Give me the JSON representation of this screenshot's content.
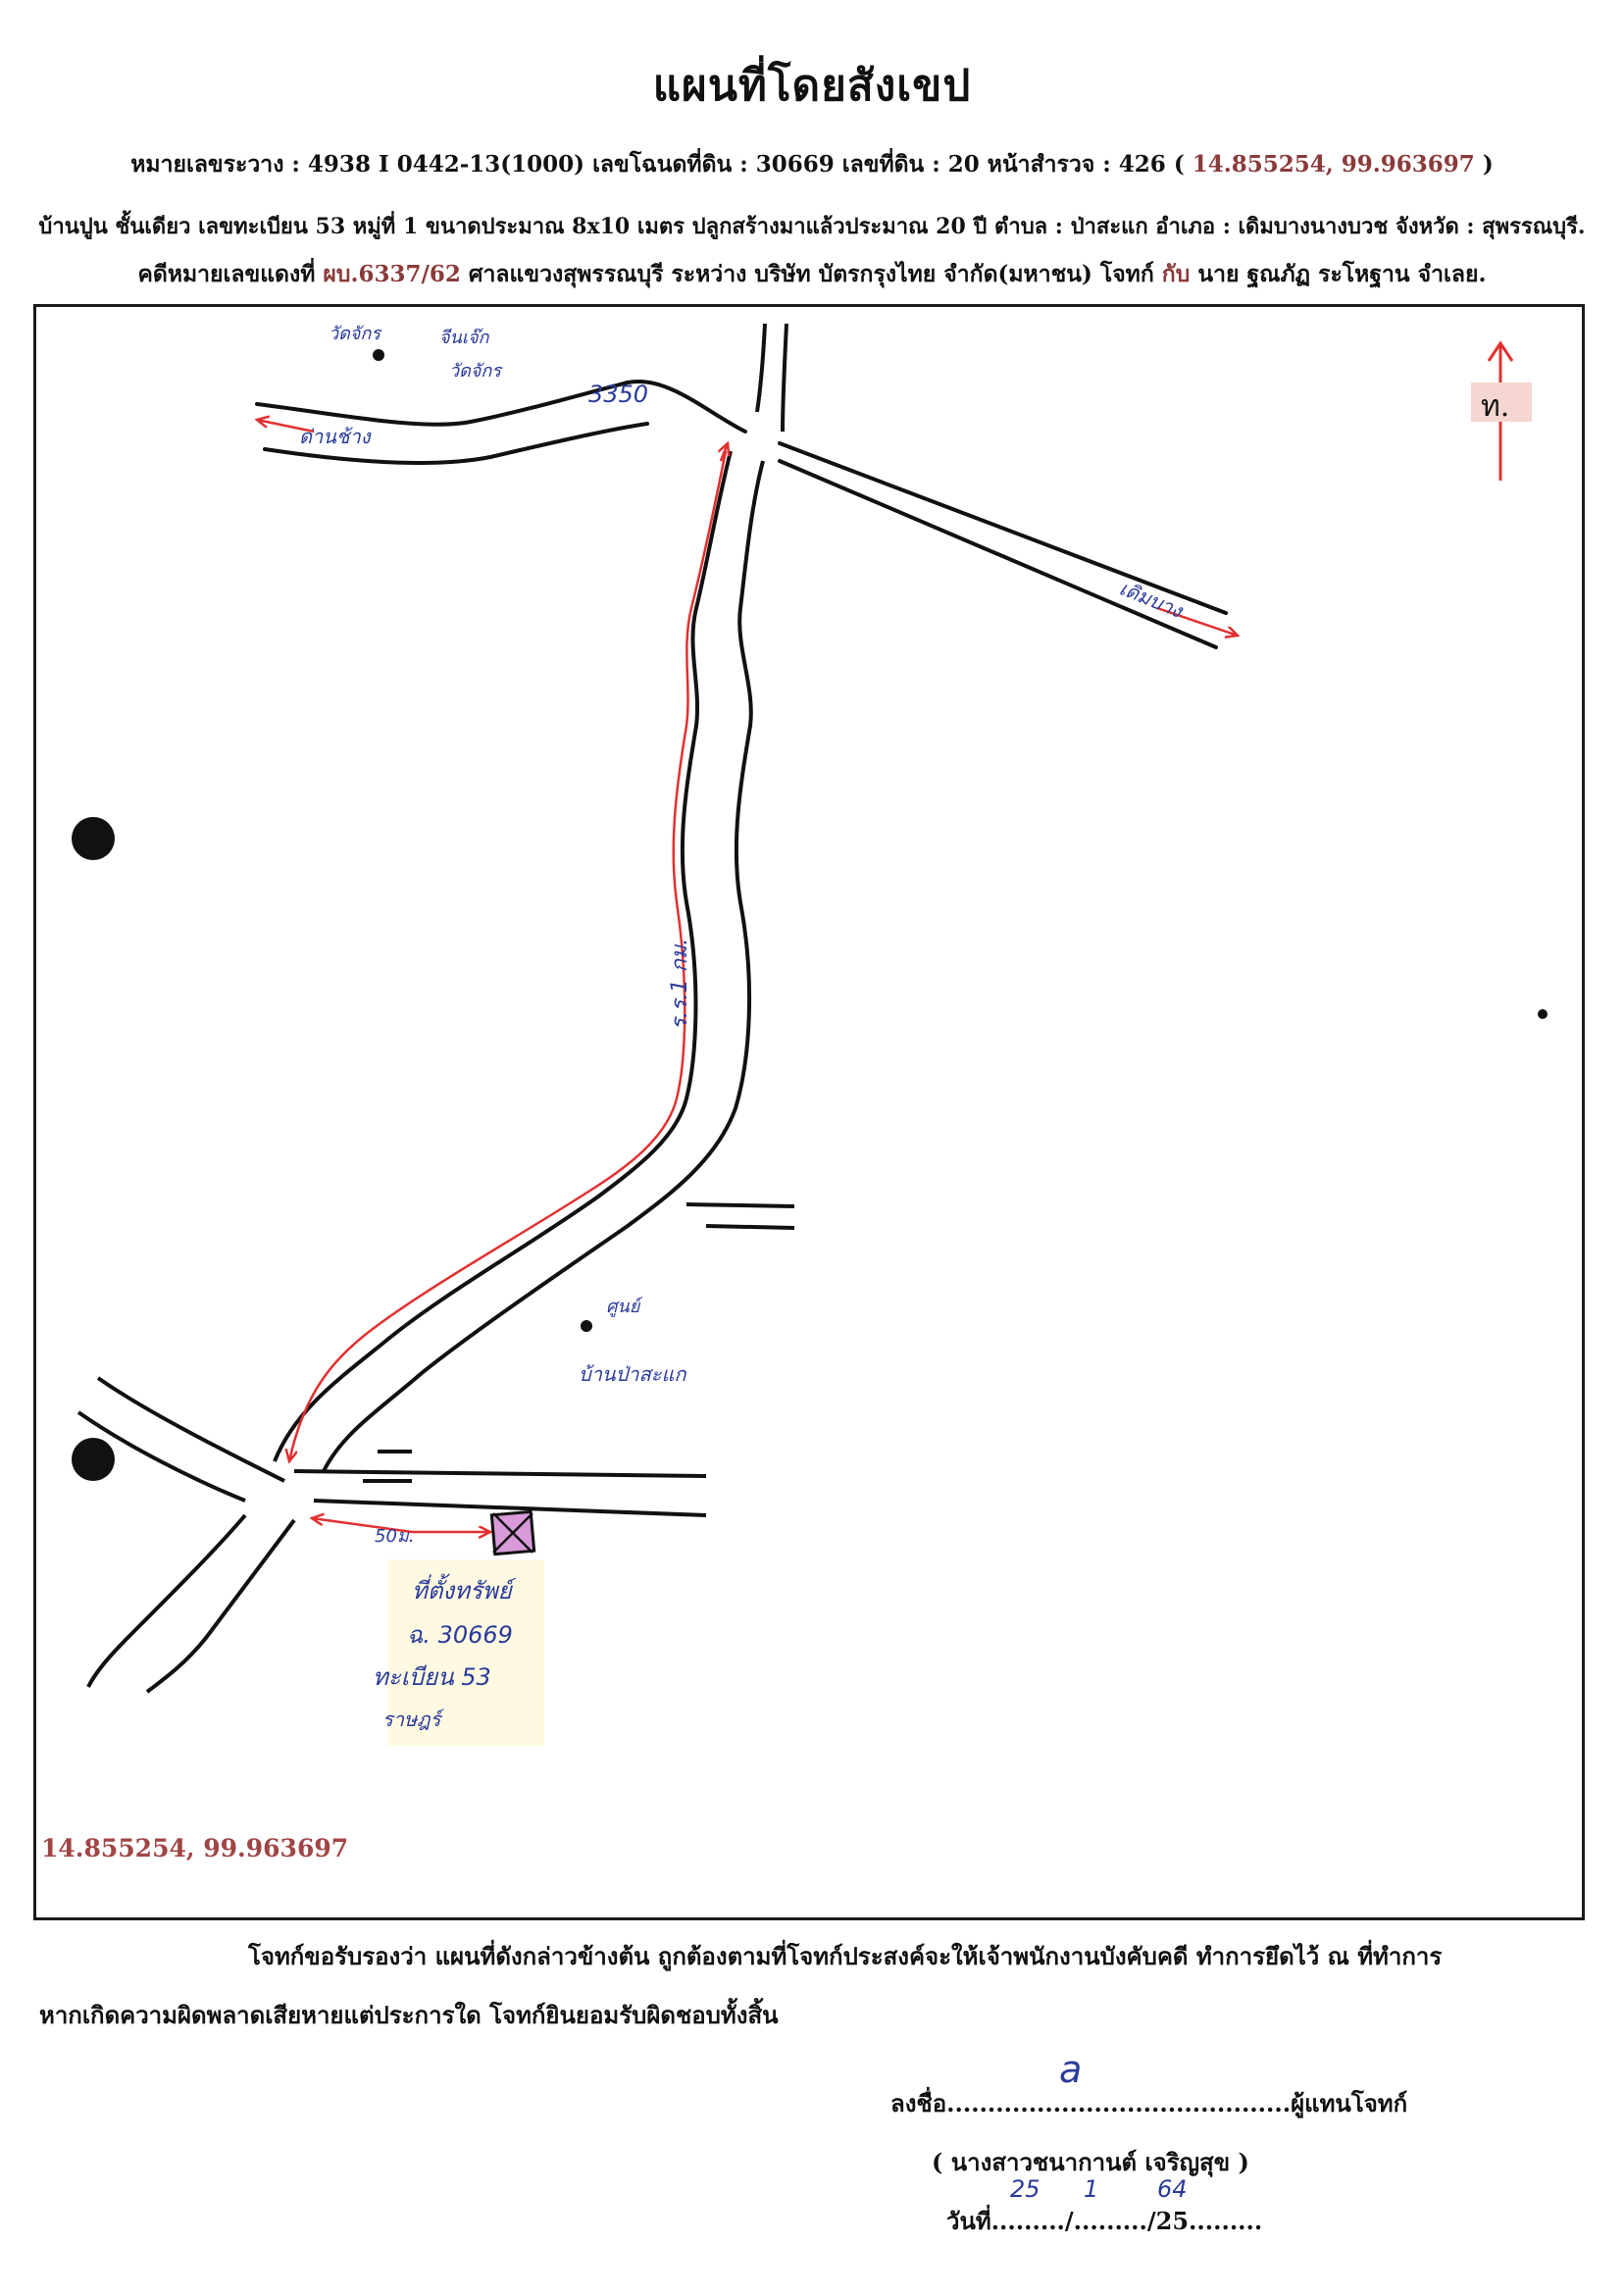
{
  "header": {
    "title": "แผนที่โดยสังเขป",
    "line1_prefix": "หมายเลขระวาง : 4938 I 0442-13(1000) เลขโฉนดที่ดิน : 30669 เลขที่ดิน : 20 หน้าสำรวจ : 426 (",
    "line1_coords": "14.855254, 99.963697",
    "line1_suffix": ")",
    "line2": "บ้านปูน ชั้นเดียว เลขทะเบียน 53 หมู่ที่ 1 ขนาดประมาณ 8x10 เมตร ปลูกสร้างมาแล้วประมาณ 20 ปี ตำบล : ป่าสะแก อำเภอ : เดิมบางนางบวช จังหวัด : สุพรรณบุรี.",
    "line3_a": "คดีหมายเลขแดงที่",
    "line3_case": "ผบ.6337/62",
    "line3_b": "ศาลแขวงสุพรรณบุรี ระหว่าง บริษัท บัตรกรุงไทย จำกัด(มหาชน) โจทก์",
    "line3_and": "กับ",
    "line3_c": "นาย ฐณภัฏ ระโหฐาน จำเลย."
  },
  "map": {
    "coords": "14.855254, 99.963697",
    "north_label": "ท.",
    "labels": {
      "road_number": "3350",
      "place_top_left": "วัดจักร",
      "place_top_mid_1": "จีนเจ๊ก",
      "place_top_mid_2": "วัดจักร",
      "direction_left": "ด่านช้าง",
      "direction_right": "เดิมบาง",
      "distance_road": "ร.ร.1 กม.",
      "place_mid_1": "ศูนย์",
      "place_mid_2": "บ้านป่าสะแก",
      "distance_short": "50ม.",
      "target_1": "ที่ตั้งทรัพย์",
      "target_2": "ฉ. 30669",
      "target_3": "ทะเบียน 53",
      "target_4": "ราษฎร์"
    }
  },
  "certification": {
    "line1": "โจทก์ขอรับรองว่า แผนที่ดังกล่าวข้างต้น ถูกต้องตามที่โจทก์ประสงค์จะให้เจ้าพนักงานบังคับคดี ทำการยึดไว้ ณ ที่ทำการ",
    "line2": "หากเกิดความผิดพลาดเสียหายแต่ประการใด โจทก์ยินยอมรับผิดชอบทั้งสิ้น"
  },
  "signature": {
    "sign_prefix": "ลงชื่อ",
    "sign_dots": "..........................................",
    "sign_suffix": "ผู้แทนโจทก์",
    "signature_mark": "a",
    "name": "( นางสาวชนากานต์ เจริญสุข )",
    "date_prefix": "วันที่",
    "date_part1": "........./.........",
    "date_year_prefix": "/25",
    "date_part2": ".........",
    "date_day": "25",
    "date_month": "1",
    "date_year": "64"
  },
  "colors": {
    "accent_red": "#a04545",
    "ink_blue": "#2a3a9a",
    "route_red": "#e23030",
    "target_fill": "#d99ad9"
  }
}
